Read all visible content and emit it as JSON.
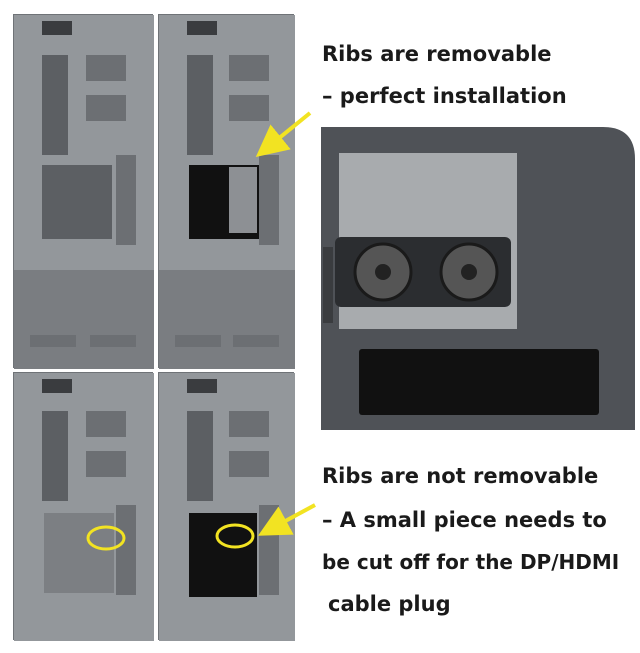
{
  "captions": {
    "top_line1": "Ribs are removable",
    "top_line2": "– perfect installation",
    "bottom_line1": "Ribs are not removable",
    "bottom_line2": "– A small piece needs to",
    "bottom_line3": "be cut off for the DP/HDMI",
    "bottom_line4": "cable plug"
  },
  "colors": {
    "case_grey": "#93979b",
    "case_dark": "#5c5f63",
    "vent_dark": "#3a3c3f",
    "card_black": "#111111",
    "arrow_yellow": "#f2e322",
    "detail_dark": "#4f5257",
    "detail_light": "#a8abae"
  },
  "icons": [
    "yellow-arrow-icon",
    "yellow-highlight-circle-icon",
    "graphics-card-fan-icon"
  ]
}
